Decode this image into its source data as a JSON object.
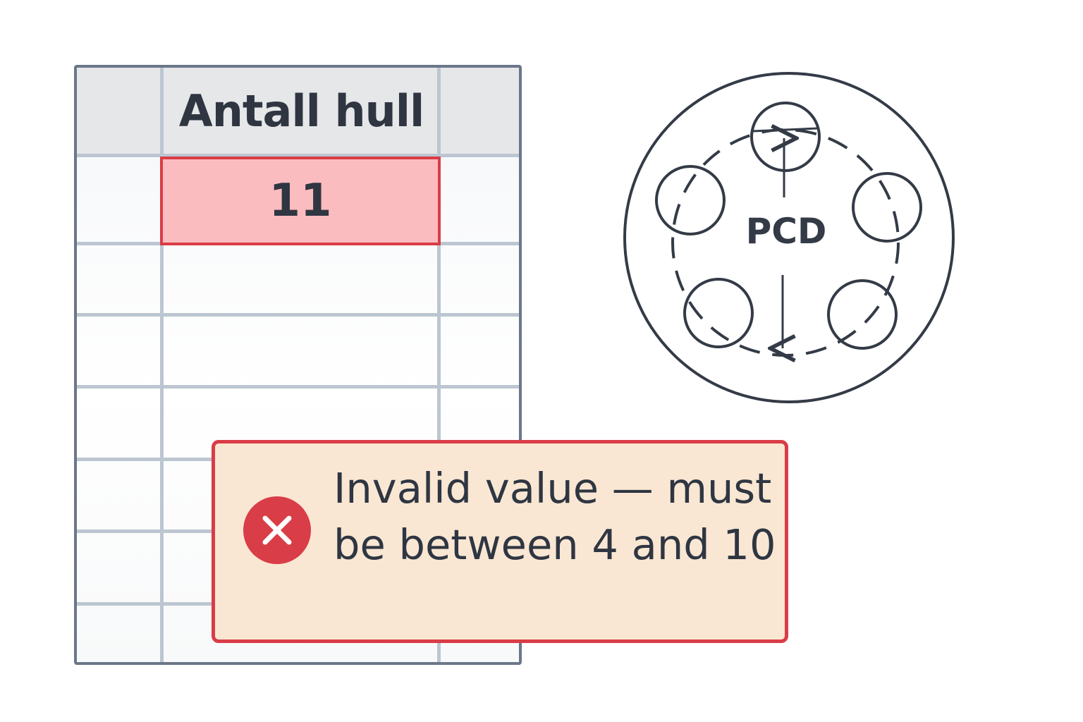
{
  "spreadsheet": {
    "column_header": "Antall hull",
    "active_cell_value": "11",
    "rows": [
      "",
      "",
      "",
      "",
      "",
      ""
    ]
  },
  "diagram": {
    "label": "PCD"
  },
  "error": {
    "message": "Invalid value — must be between 4 and 10",
    "icon": "error-x-icon",
    "border_color": "#d93d47",
    "background_color": "#f9e7d3"
  },
  "colors": {
    "error": "#d93d47",
    "error_cell_fill": "#fbbcc0",
    "text": "#2f3642",
    "grid": "#bcc6d1",
    "sheet_border": "#6b7789"
  }
}
